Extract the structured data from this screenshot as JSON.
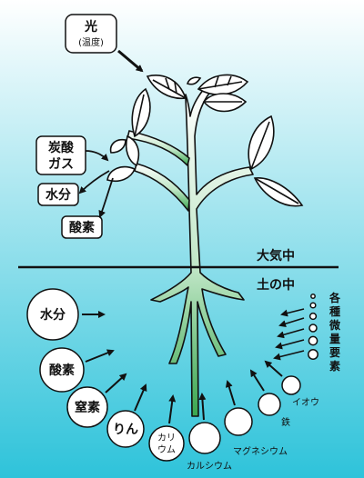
{
  "labels": {
    "light": "光",
    "temperature": "(温度)",
    "carbon_dioxide_line1": "炭酸",
    "carbon_dioxide_line2": "ガス",
    "water_air": "水分",
    "oxygen_air": "酸素",
    "atmosphere": "大気中",
    "in_soil": "土の中",
    "water_soil": "水分",
    "oxygen_soil": "酸素",
    "nitrogen": "窒素",
    "phosphorus": "りん",
    "potassium_line1": "カリ",
    "potassium_line2": "ウム",
    "calcium": "カルシウム",
    "magnesium": "マグネシウム",
    "iron": "鉄",
    "sulfur": "イオウ",
    "trace_elements": [
      "各",
      "種",
      "微",
      "量",
      "要",
      "素"
    ]
  },
  "colors": {
    "sky_top": "#ffffff",
    "sky_bottom": "#2ec3da",
    "stem_top": "#ffffff",
    "stem_bottom": "#3aa64f"
  }
}
